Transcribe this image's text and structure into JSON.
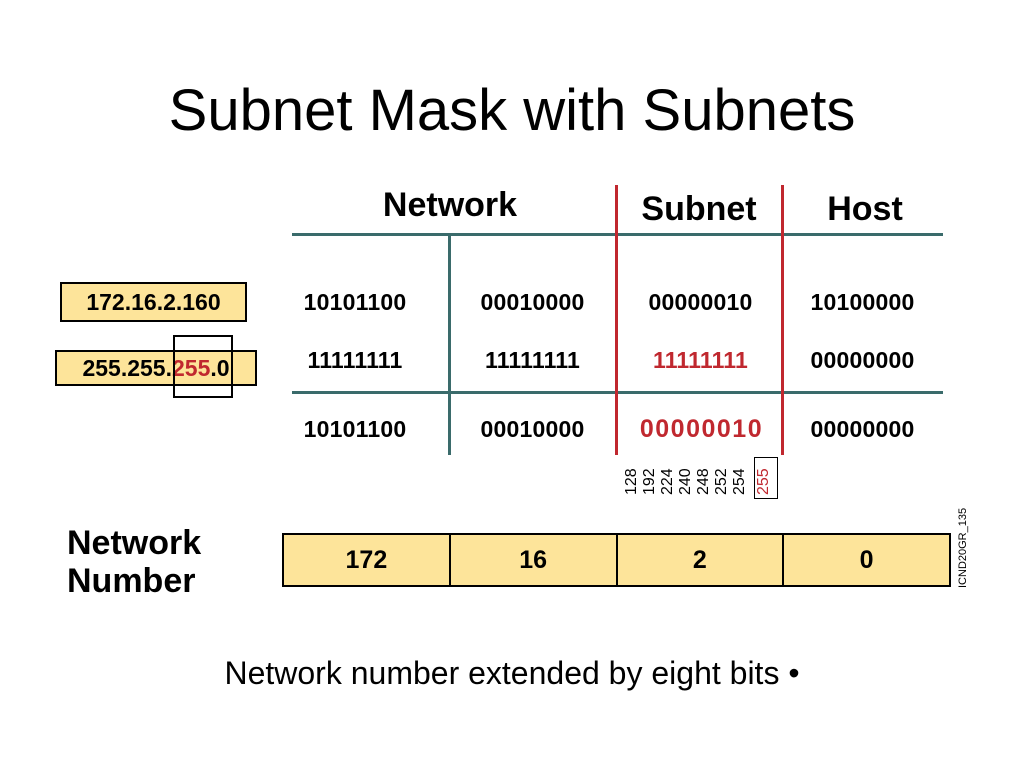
{
  "title": "Subnet Mask with Subnets",
  "headers": {
    "network": "Network",
    "subnet": "Subnet",
    "host": "Host"
  },
  "address_box": "172.16.2.160",
  "mask_box": {
    "prefix": "255.255.",
    "highlight": "255",
    "suffix": ".0"
  },
  "rows": [
    [
      "10101100",
      "00010000",
      "00000010",
      "10100000"
    ],
    [
      "11111111",
      "11111111",
      "11111111",
      "00000000"
    ],
    [
      "10101100",
      "00010000",
      "00000010",
      "00000000"
    ]
  ],
  "mask_values": [
    "128",
    "192",
    "224",
    "240",
    "248",
    "252",
    "254",
    "255"
  ],
  "network_number_label": [
    "Network",
    "Number"
  ],
  "network_number": [
    "172",
    "16",
    "2",
    "0"
  ],
  "side_code": "ICND20GR_135",
  "caption": "Network number extended by eight bits •",
  "colors": {
    "highlight_red": "#c0282f",
    "box_fill": "#fde49a",
    "line_teal": "#3a6b6b"
  }
}
